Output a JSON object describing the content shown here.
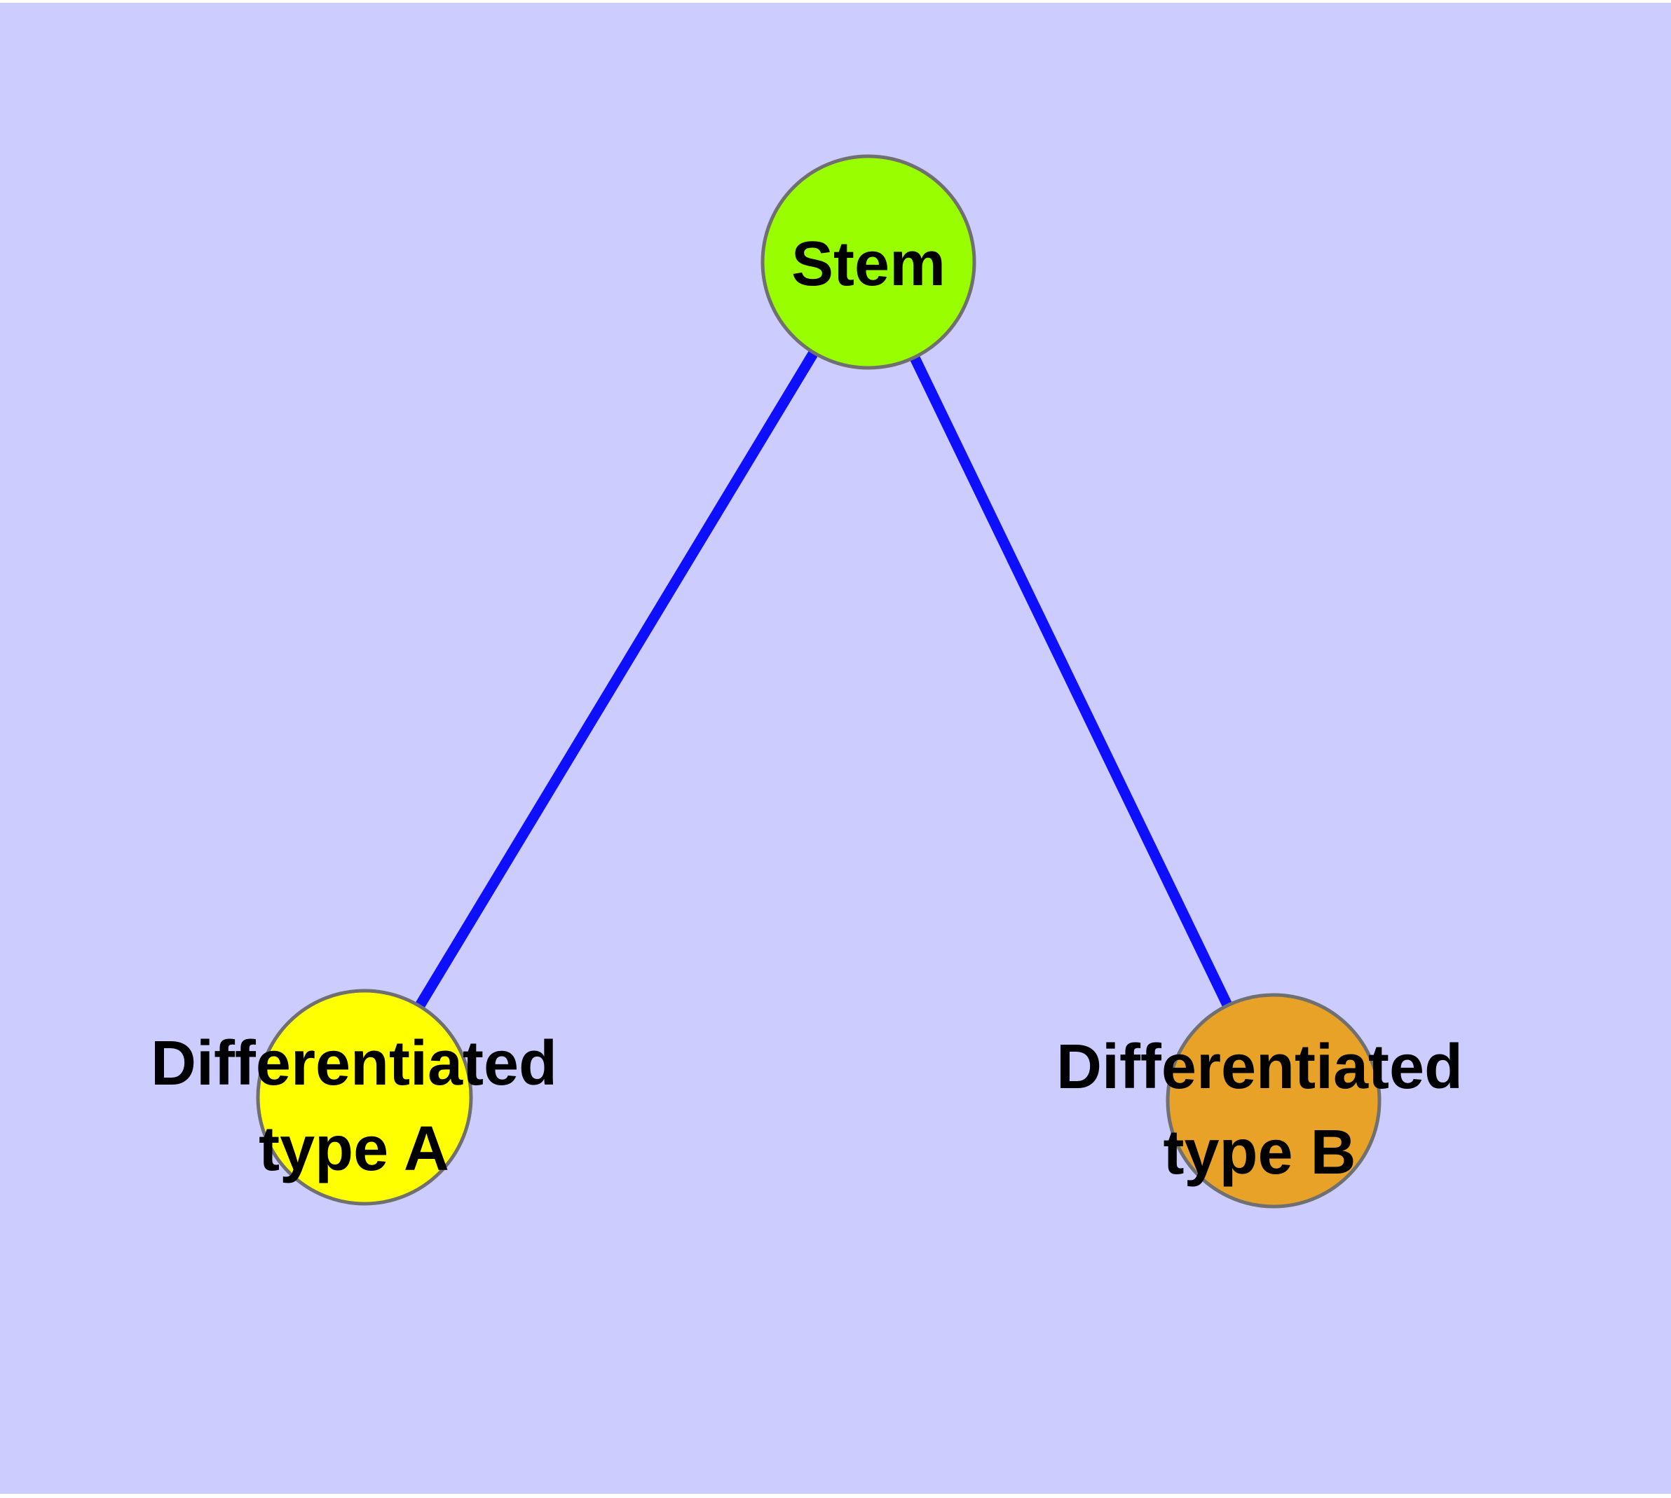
{
  "canvas": {
    "page_background": "#FFFFFF",
    "plot_background": "#CCCCFF"
  },
  "graph": {
    "edge_color": "#0F0FFF",
    "node_border_color": "#707070",
    "label_color": "#000000",
    "nodes": [
      {
        "id": "stem",
        "label": "Stem",
        "fill": "#99FE00"
      },
      {
        "id": "differentiated-type-a",
        "label_line1": "Differentiated",
        "label_line2": "type A",
        "fill": "#FFFF00"
      },
      {
        "id": "differentiated-type-b",
        "label_line1": "Differentiated",
        "label_line2": "type B",
        "fill": "#E8A228"
      }
    ],
    "edges": [
      {
        "from": "Stem",
        "to": "Differentiated type A"
      },
      {
        "from": "Stem",
        "to": "Differentiated type B"
      }
    ]
  }
}
